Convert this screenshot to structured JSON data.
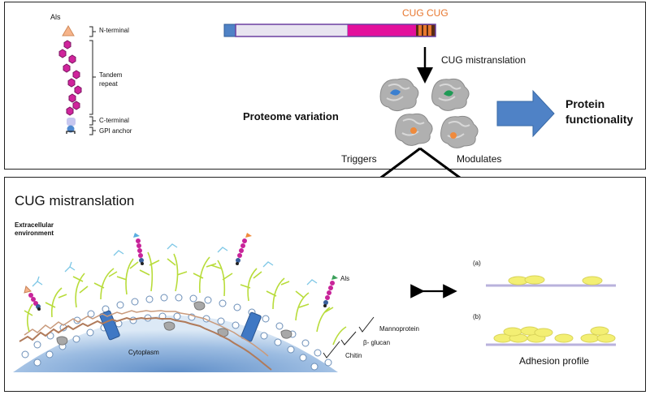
{
  "top": {
    "als_label": "Als",
    "domains": {
      "n_terminal": "N-terminal",
      "tandem_repeat_line1": "Tandem",
      "tandem_repeat_line2": "repeat",
      "c_terminal": "C-terminal",
      "gpi_anchor": "GPI anchor"
    },
    "cug_codons": "CUG CUG",
    "cug_mistranslation": "CUG mistranslation",
    "proteome_variation": "Proteome variation",
    "protein_line1": "Protein",
    "protein_line2": "functionality",
    "triggers": "Triggers",
    "modulates": "Modulates"
  },
  "bottom": {
    "title": "CUG mistranslation",
    "extracellular_line1": "Extracellular",
    "extracellular_line2": "environment",
    "als_label": "Als",
    "cytoplasm": "Cytoplasm",
    "mannoprotein": "Mannoprotein",
    "glucan": "β- glucan",
    "chitin": "Chitin",
    "panel_a": "(a)",
    "panel_b": "(b)",
    "adhesion_profile": "Adhesion profile"
  },
  "colors": {
    "magenta": "#e3109c",
    "purple_hex": "#9b2fa8",
    "membrane_blue": "#3f78c4",
    "arrow_blue": "#4f82c6",
    "cug_orange": "#e8772e",
    "gray_protein": "#a9a9a9",
    "yellow_cell": "#f3ef73",
    "lilac_surface": "#b9b2dc"
  }
}
